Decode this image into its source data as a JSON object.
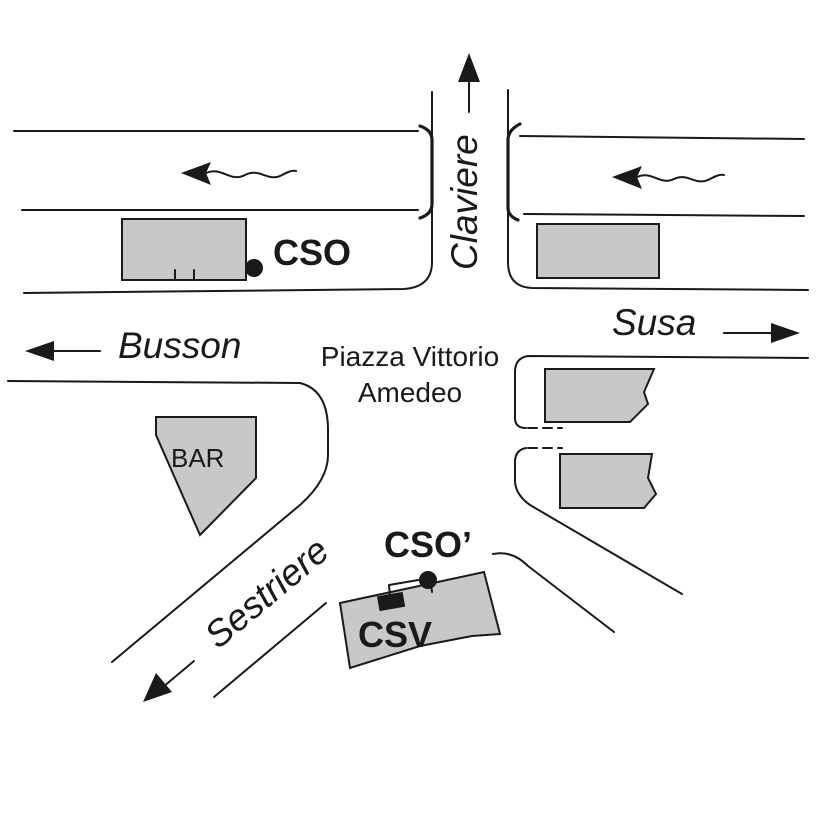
{
  "streets": {
    "claviere": "Claviere",
    "busson": "Busson",
    "susa": "Susa",
    "sestriere": "Sestriere"
  },
  "square": {
    "line1": "Piazza Vittorio",
    "line2": "Amedeo"
  },
  "labels": {
    "bar": "BAR",
    "cso": "CSO",
    "cso_prime": "CSO’",
    "csv": "CSV"
  },
  "colors": {
    "building_fill": "#c8c8c8",
    "ink": "#1a1a1a"
  }
}
